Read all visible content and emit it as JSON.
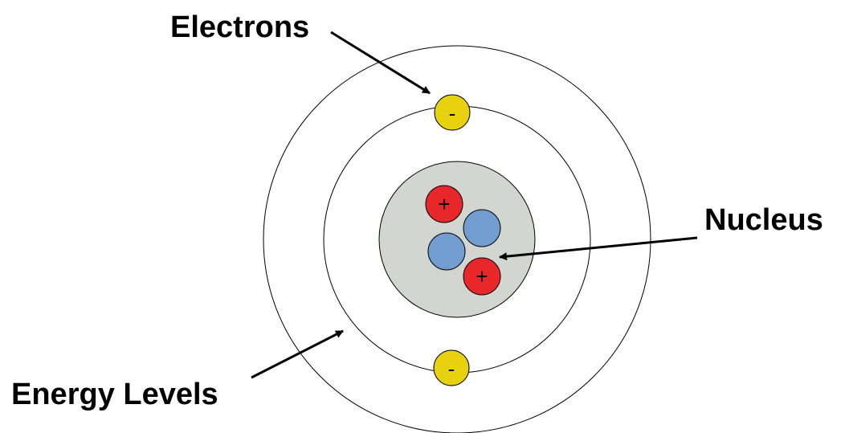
{
  "labels": {
    "electrons": "Electrons",
    "nucleus": "Nucleus",
    "energy_levels": "Energy Levels"
  },
  "particles": {
    "proton_sign": "+",
    "electron_sign": "-"
  },
  "colors": {
    "background": "#ffffff",
    "orbit_stroke": "#000000",
    "nucleus_fill": "#d3d5d0",
    "proton_fill": "#e8272b",
    "neutron_fill": "#729dd1",
    "electron_fill": "#e8d20f"
  }
}
